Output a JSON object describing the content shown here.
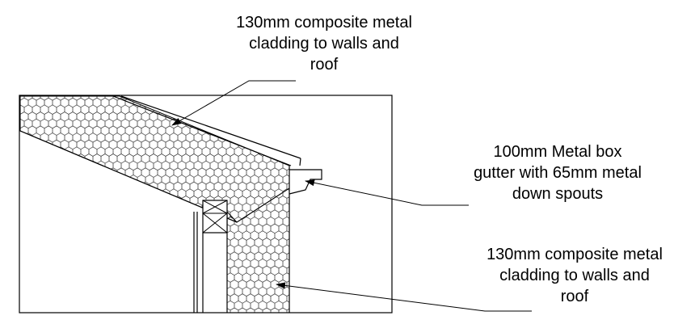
{
  "callouts": {
    "roof_cladding": {
      "lines": [
        "130mm composite metal",
        "cladding to walls and",
        "roof"
      ]
    },
    "gutter": {
      "lines": [
        "100mm Metal box",
        "gutter with 65mm metal",
        "down spouts"
      ]
    },
    "wall_cladding": {
      "lines": [
        "130mm composite metal",
        "cladding to walls and",
        "roof"
      ]
    }
  }
}
